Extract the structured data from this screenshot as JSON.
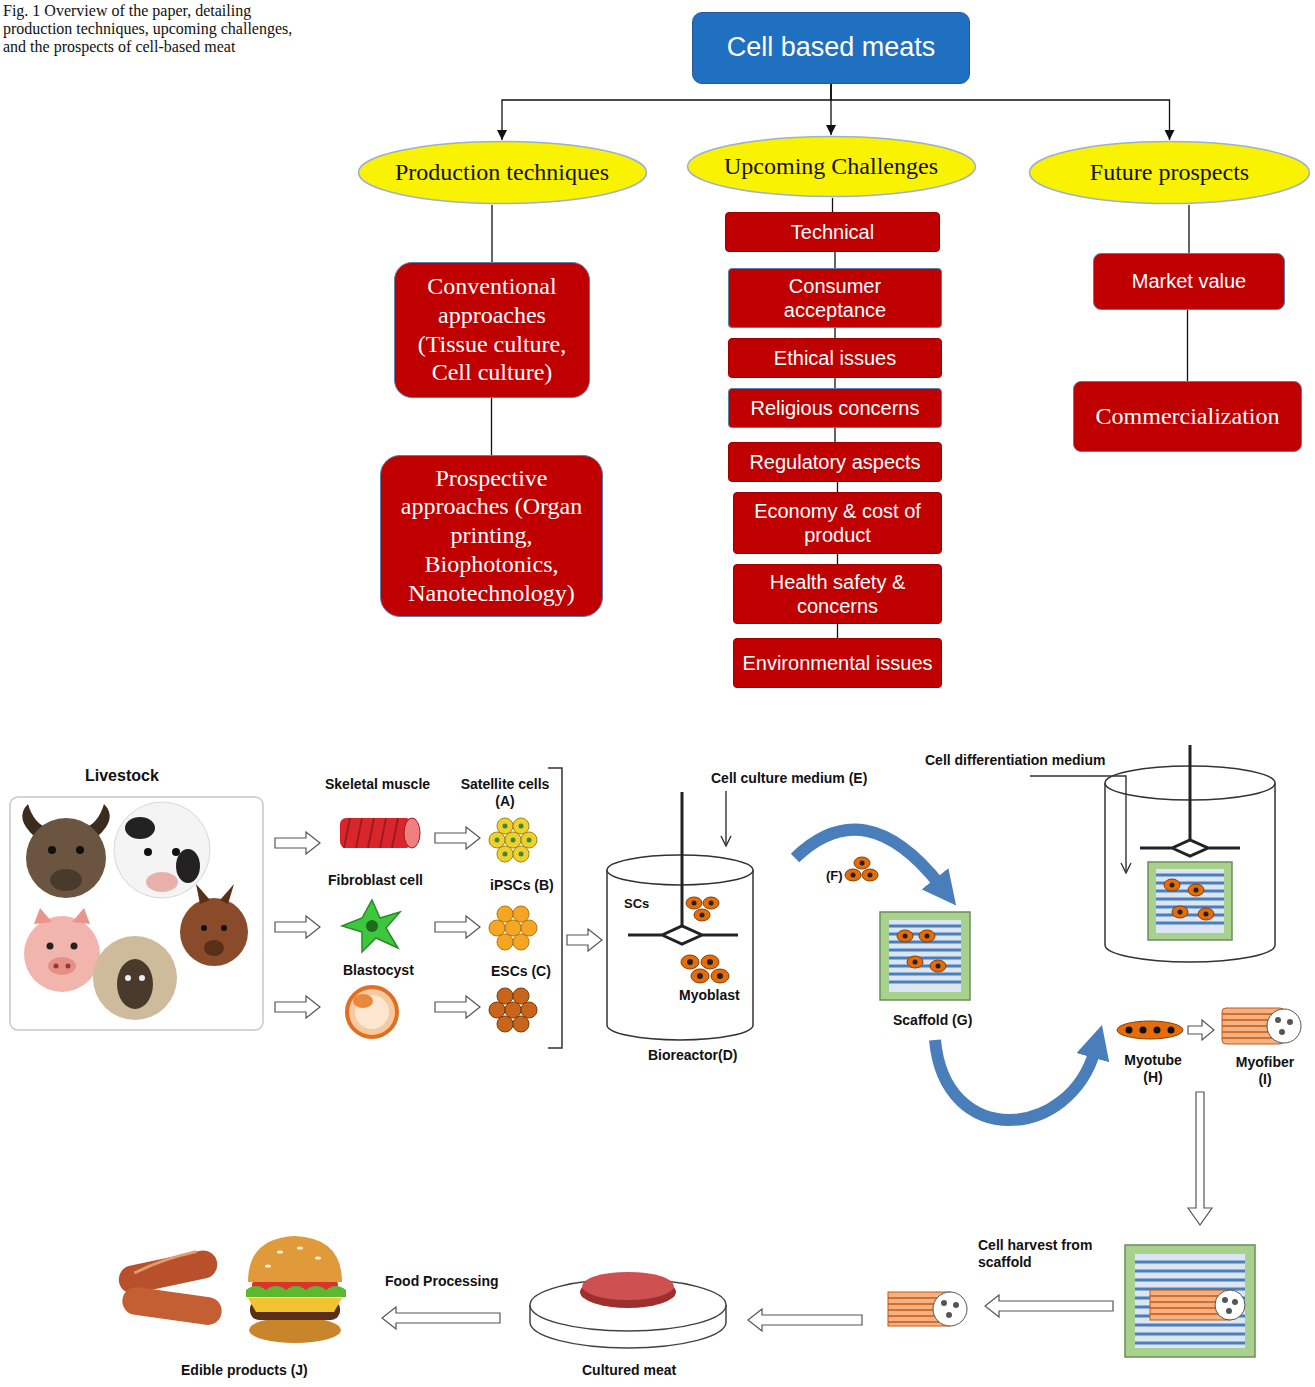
{
  "diagram": {
    "caption": "Fig. 1 Overview of the paper, detailing production techniques, upcoming challenges, and the prospects of cell-based meat",
    "nodes": [
      {
        "text": [
          "Cell based meats"
        ]
      },
      {
        "text": [
          "Production techniques"
        ]
      },
      {
        "text": [
          "Upcoming Challenges"
        ]
      },
      {
        "text": [
          "Future prospects"
        ]
      },
      {
        "text": [
          "Conventional approaches (Tissue culture, Cell culture)"
        ]
      },
      {
        "text": [
          "Prospective approaches (Organ printing, Biophotonics, Nanotechnology)"
        ]
      },
      {
        "text": [
          "Technical"
        ]
      },
      {
        "text": [
          "Consumer acceptance"
        ]
      },
      {
        "text": [
          "Ethical issues"
        ]
      },
      {
        "text": [
          "Religious concerns"
        ]
      },
      {
        "text": [
          "Regulatory aspects"
        ]
      },
      {
        "text": [
          "Economy & cost of product"
        ]
      },
      {
        "text": [
          "Health safety & concerns"
        ]
      },
      {
        "text": [
          "Environmental issues"
        ]
      },
      {
        "text": [
          "Market value"
        ]
      },
      {
        "text": [
          "Commercialization"
        ]
      }
    ],
    "edges": [
      {
        "from": 0,
        "to": 1,
        "arrow": "to"
      },
      {
        "from": 0,
        "to": 2,
        "arrow": "to"
      },
      {
        "from": 0,
        "to": 3,
        "arrow": "to"
      },
      {
        "from": 1,
        "to": 4,
        "arrow": "none"
      },
      {
        "from": 4,
        "to": 5,
        "arrow": "none"
      },
      {
        "from": 2,
        "to": 6,
        "arrow": "none"
      },
      {
        "from": 6,
        "to": 7,
        "arrow": "none"
      },
      {
        "from": 7,
        "to": 8,
        "arrow": "none"
      },
      {
        "from": 8,
        "to": 9,
        "arrow": "none"
      },
      {
        "from": 9,
        "to": 10,
        "arrow": "none"
      },
      {
        "from": 10,
        "to": 11,
        "arrow": "none"
      },
      {
        "from": 11,
        "to": 12,
        "arrow": "none"
      },
      {
        "from": 12,
        "to": 13,
        "arrow": "none"
      },
      {
        "from": 3,
        "to": 14,
        "arrow": "none"
      },
      {
        "from": 14,
        "to": 15,
        "arrow": "none"
      }
    ],
    "labels": [
      "Livestock",
      "Skeletal muscle",
      "Satellite cells (A)",
      "Cell culture medium (E)",
      "Cell differentiation medium",
      "Fibroblast cell",
      "(F)",
      "iPSCs (B)",
      "SCs",
      "Blastocyst",
      "ESCs (C)",
      "Myoblast",
      "Scaffold (G)",
      "Bioreactor(D)",
      "Myotube (H)",
      "Myofiber (I)",
      "Cell harvest from scaffold",
      "Food Processing",
      "Edible products (J)",
      "Cultured meat"
    ]
  }
}
